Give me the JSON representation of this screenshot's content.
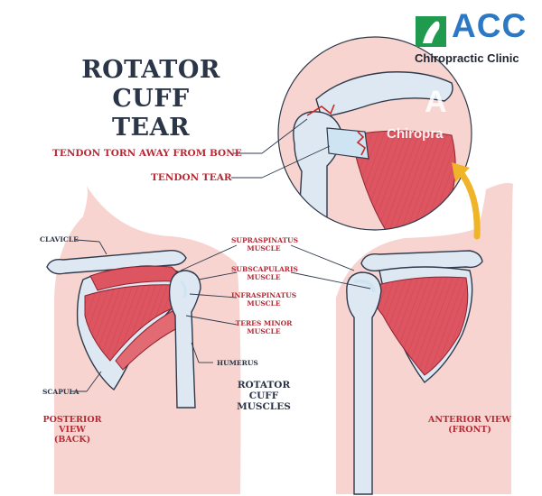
{
  "title": {
    "line1": "ROTATOR CUFF",
    "line2": "TEAR"
  },
  "logo": {
    "brand": "ACC",
    "subtitle": "Chiropractic Clinic",
    "watermark_a": "A",
    "watermark_text": "Chiropra",
    "brand_color": "#2c78c4",
    "icon_color": "#1f9a4e"
  },
  "callouts": {
    "tendon_torn": "TENDON TORN AWAY FROM BONE",
    "tendon_tear": "TENDON TEAR"
  },
  "muscles": {
    "supraspinatus": [
      "SUPRASPINATUS",
      "MUSCLE"
    ],
    "subscapularis": [
      "SUBSCAPULARIS",
      "MUSCLE"
    ],
    "infraspinatus": [
      "INFRASPINATUS",
      "MUSCLE"
    ],
    "teres_minor": [
      "TERES MINOR",
      "MUSCLE"
    ]
  },
  "bones": {
    "clavicle": "CLAVICLE",
    "scapula": "SCAPULA",
    "humerus": "HUMERUS"
  },
  "group_label": [
    "ROTATOR CUFF",
    "MUSCLES"
  ],
  "views": {
    "posterior": [
      "POSTERIOR VIEW",
      "(BACK)"
    ],
    "anterior": [
      "ANTERIOR VIEW",
      "(FRONT)"
    ]
  },
  "colors": {
    "skin": "#f7d4d0",
    "muscle": "#dd5560",
    "bone": "#dde8f2",
    "tendon": "#cfe4f2",
    "label_red": "#b52a34",
    "label_dark": "#2a3548",
    "arrow": "#f0b429"
  }
}
